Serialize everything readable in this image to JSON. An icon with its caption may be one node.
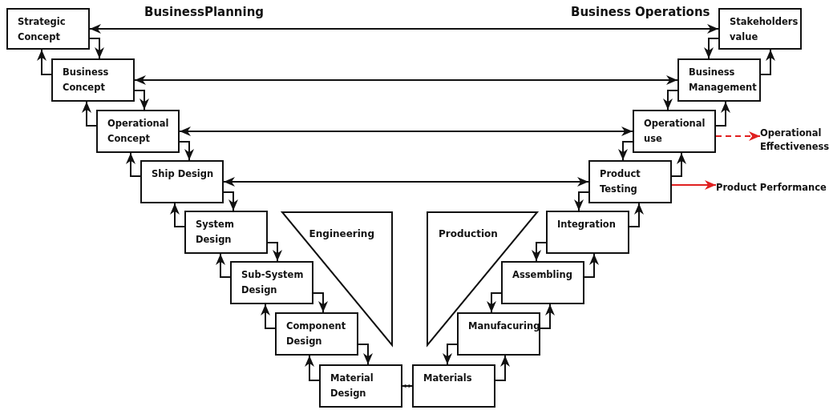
{
  "diagram": {
    "nodes": [
      {
        "text": [
          "Strategic Concept"
        ]
      },
      {
        "text": [
          "Business Concept"
        ]
      },
      {
        "text": [
          "Operational Concept"
        ]
      },
      {
        "text": [
          "Ship Design"
        ]
      },
      {
        "text": [
          "System Design"
        ]
      },
      {
        "text": [
          "Sub-System Design"
        ]
      },
      {
        "text": [
          "Component Design"
        ]
      },
      {
        "text": [
          "Material Design"
        ]
      },
      {
        "text": [
          "Materials"
        ]
      },
      {
        "text": [
          "Manufacuring"
        ]
      },
      {
        "text": [
          "Assembling"
        ]
      },
      {
        "text": [
          "Integration"
        ]
      },
      {
        "text": [
          "Product Testing"
        ]
      },
      {
        "text": [
          "Operational use"
        ]
      },
      {
        "text": [
          "Business Management"
        ]
      },
      {
        "text": [
          "Stakeholders value"
        ]
      },
      {
        "text": [
          "Engineering"
        ]
      },
      {
        "text": [
          "Production"
        ]
      },
      {
        "text": [
          "Operational Effectiveness"
        ]
      },
      {
        "text": [
          "Product Performance"
        ]
      }
    ],
    "edges": [
      {
        "from": 0,
        "to": 1,
        "arrow": "to"
      },
      {
        "from": 1,
        "to": 0,
        "arrow": "to"
      },
      {
        "from": 1,
        "to": 2,
        "arrow": "to"
      },
      {
        "from": 2,
        "to": 1,
        "arrow": "to"
      },
      {
        "from": 2,
        "to": 3,
        "arrow": "to"
      },
      {
        "from": 3,
        "to": 2,
        "arrow": "to"
      },
      {
        "from": 3,
        "to": 4,
        "arrow": "to"
      },
      {
        "from": 4,
        "to": 3,
        "arrow": "to"
      },
      {
        "from": 4,
        "to": 5,
        "arrow": "to"
      },
      {
        "from": 5,
        "to": 4,
        "arrow": "to"
      },
      {
        "from": 5,
        "to": 6,
        "arrow": "to"
      },
      {
        "from": 6,
        "to": 5,
        "arrow": "to"
      },
      {
        "from": 6,
        "to": 7,
        "arrow": "to"
      },
      {
        "from": 7,
        "to": 6,
        "arrow": "to"
      },
      {
        "from": 7,
        "to": 8,
        "arrow": "both"
      },
      {
        "from": 8,
        "to": 9,
        "arrow": "to"
      },
      {
        "from": 9,
        "to": 8,
        "arrow": "to"
      },
      {
        "from": 9,
        "to": 10,
        "arrow": "to"
      },
      {
        "from": 10,
        "to": 9,
        "arrow": "to"
      },
      {
        "from": 10,
        "to": 11,
        "arrow": "to"
      },
      {
        "from": 11,
        "to": 10,
        "arrow": "to"
      },
      {
        "from": 11,
        "to": 12,
        "arrow": "to"
      },
      {
        "from": 12,
        "to": 11,
        "arrow": "to"
      },
      {
        "from": 12,
        "to": 13,
        "arrow": "to"
      },
      {
        "from": 13,
        "to": 12,
        "arrow": "to"
      },
      {
        "from": 13,
        "to": 14,
        "arrow": "to"
      },
      {
        "from": 14,
        "to": 13,
        "arrow": "to"
      },
      {
        "from": 14,
        "to": 15,
        "arrow": "to"
      },
      {
        "from": 15,
        "to": 14,
        "arrow": "to"
      },
      {
        "from": 0,
        "to": 15,
        "arrow": "both"
      },
      {
        "from": 1,
        "to": 14,
        "arrow": "both"
      },
      {
        "from": 2,
        "to": 13,
        "arrow": "both"
      },
      {
        "from": 3,
        "to": 12,
        "arrow": "both"
      },
      {
        "from": 13,
        "to": 18,
        "arrow": "to",
        "style": "dashed",
        "color": "#e02020"
      },
      {
        "from": 12,
        "to": 19,
        "arrow": "to",
        "color": "#e02020"
      }
    ],
    "labels": [
      "BusinessPlanning",
      "Business Operations"
    ]
  }
}
